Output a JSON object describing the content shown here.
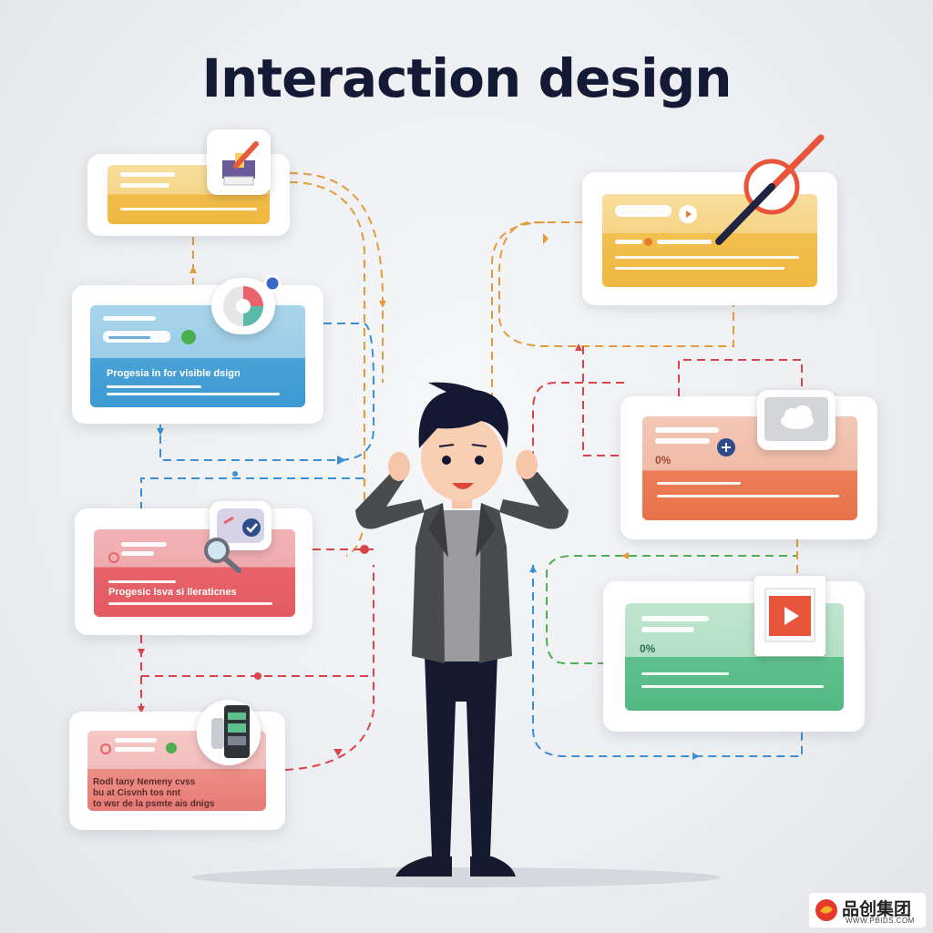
{
  "title": "Interaction design",
  "cards": {
    "left_blue": {
      "text": "Progesia in for visible dsign"
    },
    "left_red": {
      "text": "Progesic lsva si lleraticnes"
    },
    "left_bottom": {
      "text": [
        "Rodl tany Nemeny cvss",
        "bu at Cisvnh tos nnt",
        "to wsr de la psmte ais dnigs"
      ]
    },
    "right_orange": {
      "text": "0%"
    },
    "right_green": {
      "text": "0%"
    }
  },
  "icons": [
    "pencil-box-icon",
    "pie-chart-icon",
    "gear-icon",
    "magnifier-icon",
    "checkmark-icon",
    "pen-icon",
    "play-button-icon",
    "cloud-icon",
    "plus-icon",
    "video-play-icon",
    "phone-icon",
    "lightning-icon"
  ],
  "colors": {
    "yellow": "#f2c35e",
    "blue": "#5aaad6",
    "red": "#e8636a",
    "orange": "#ec7e55",
    "green": "#5ec18d",
    "navy": "#141a36",
    "dash_orange": "#e49a3b",
    "dash_blue": "#3b8fd4",
    "dash_red": "#d9434a",
    "dash_green": "#4caf50"
  },
  "watermark": {
    "brand": "品创集团",
    "url": "WWW.PBIDS.COM"
  }
}
